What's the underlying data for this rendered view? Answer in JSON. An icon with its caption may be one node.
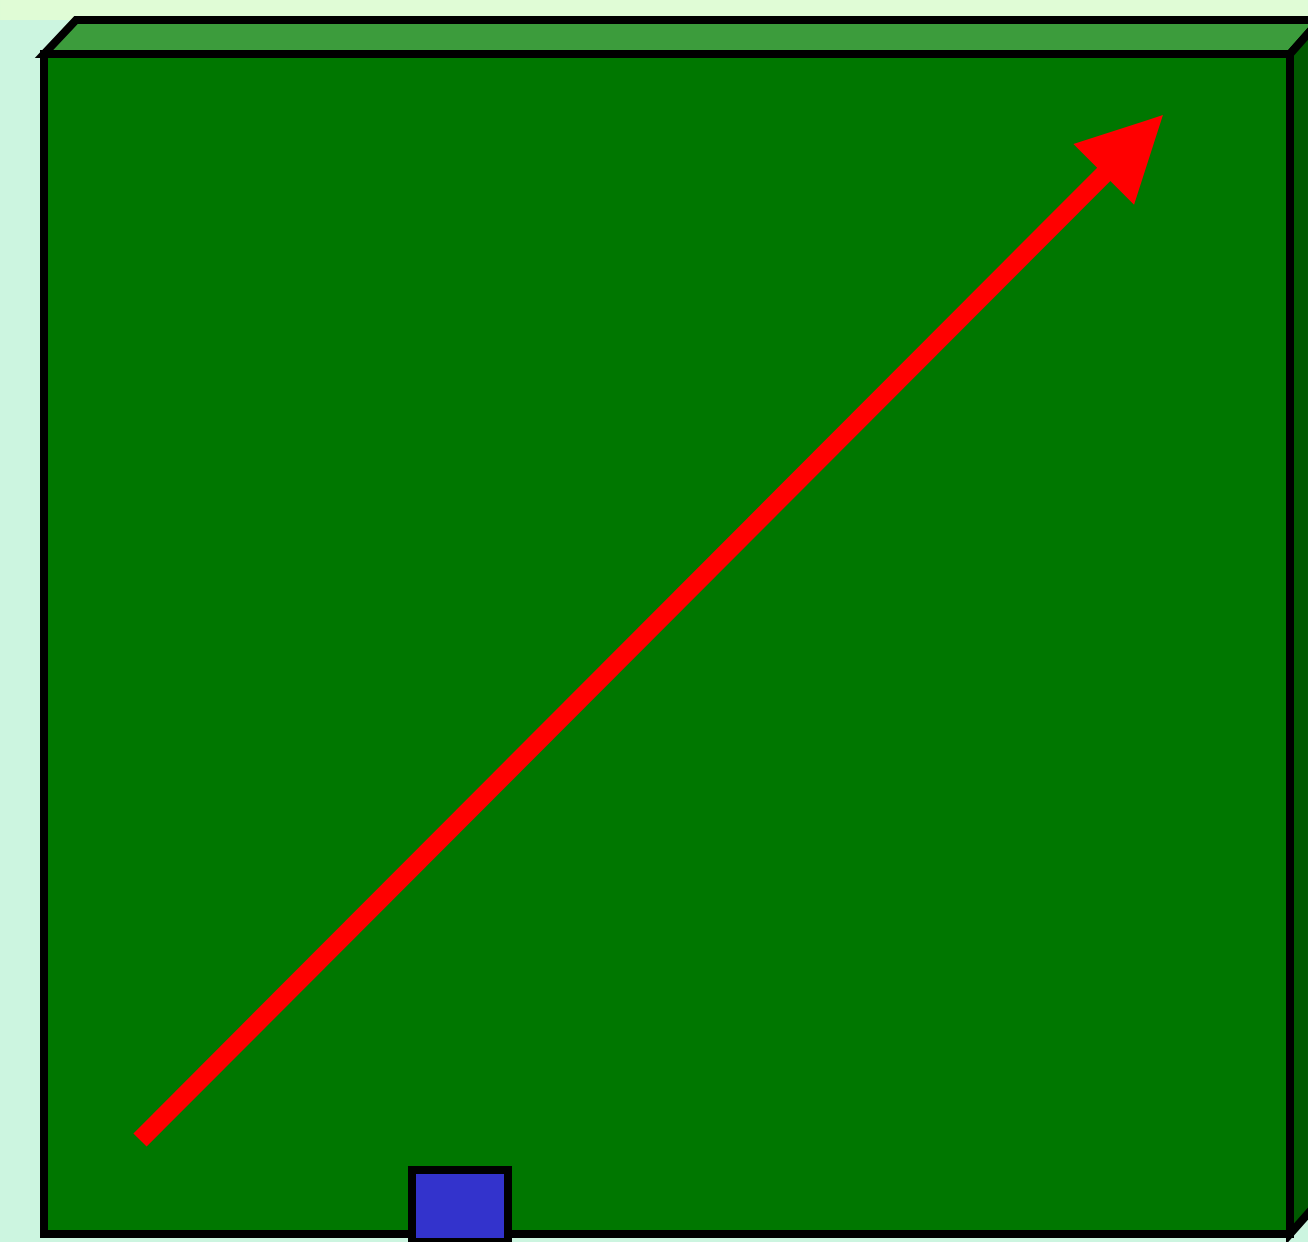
{
  "diagram": {
    "nodes": [
      {
        "text": [],
        "shape": "box"
      },
      {
        "text": [],
        "shape": "box",
        "in": 0
      }
    ]
  }
}
